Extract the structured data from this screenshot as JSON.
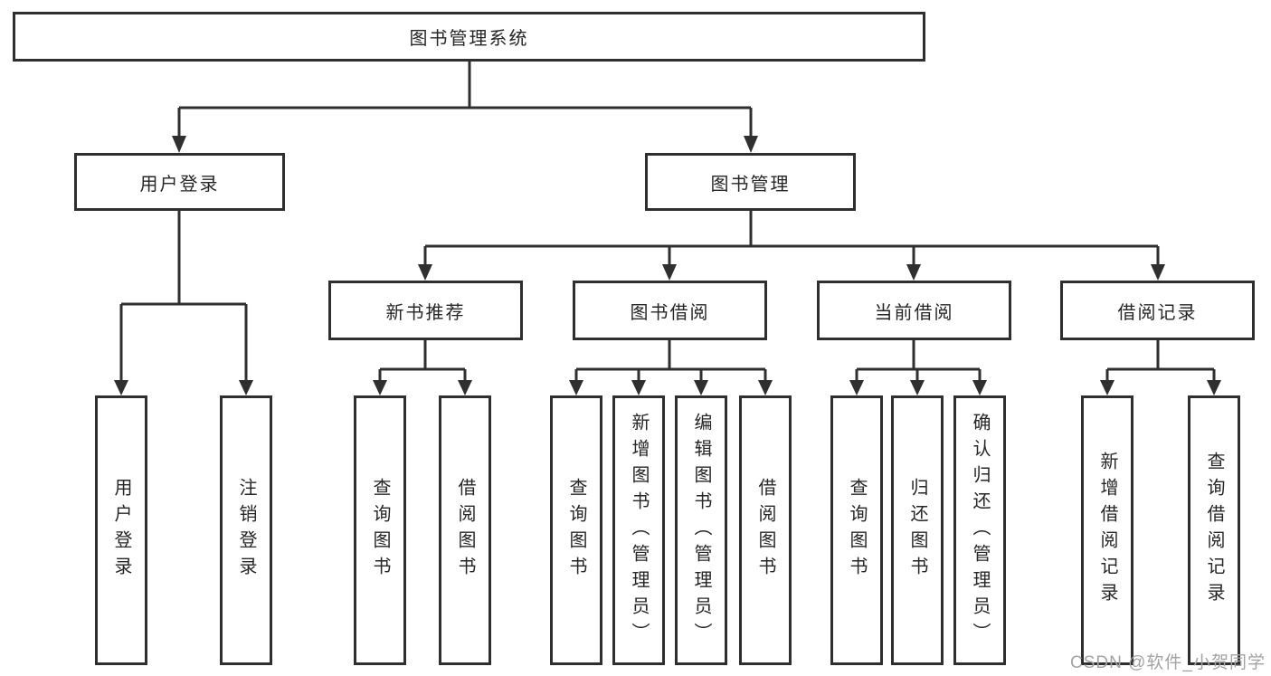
{
  "root": {
    "label": "图书管理系统"
  },
  "level2": {
    "user_login": {
      "label": "用户登录"
    },
    "book_management": {
      "label": "图书管理"
    }
  },
  "level3": {
    "new_book_recommend": {
      "label": "新书推荐"
    },
    "book_borrow": {
      "label": "图书借阅"
    },
    "current_borrow": {
      "label": "当前借阅"
    },
    "borrow_records": {
      "label": "借阅记录"
    }
  },
  "leaves": {
    "user_login": [
      "用户登录",
      "注销登录"
    ],
    "new_book_recommend": [
      "查询图书",
      "借阅图书"
    ],
    "book_borrow": [
      "查询图书",
      "新增图书（管理员）",
      "编辑图书（管理员）",
      "借阅图书"
    ],
    "current_borrow": [
      "查询图书",
      "归还图书",
      "确认归还（管理员）"
    ],
    "borrow_records": [
      "新增借阅记录",
      "查询借阅记录"
    ]
  },
  "watermark": {
    "text": "CSDN @软件_小贺同学"
  },
  "colors": {
    "line": "#2f2f2f",
    "text": "#262626",
    "background": "#ffffff",
    "watermark": "#a3a3a3"
  }
}
